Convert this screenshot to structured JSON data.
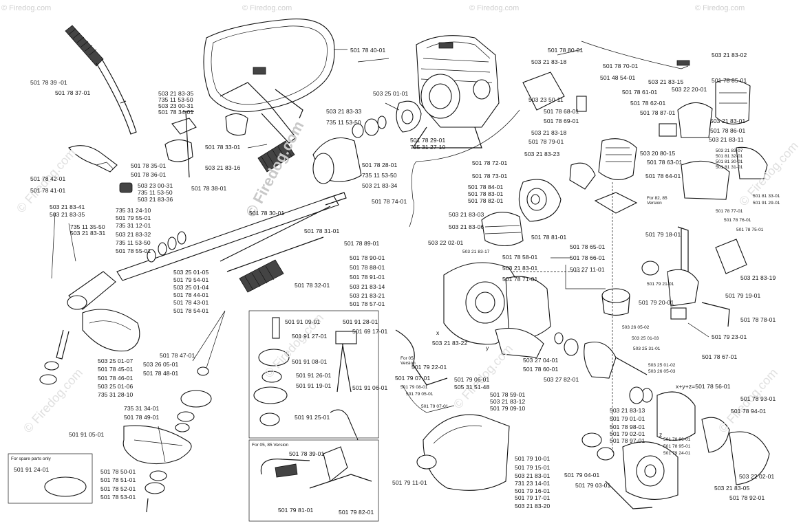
{
  "watermark": {
    "mark": "© Firedog.com",
    "site": "© Firedog.com"
  },
  "notes": {
    "spare_parts": "For spare parts only",
    "version_82_85": "For 82, 85 Version",
    "version_05_85": "For 05, 85 Version",
    "version_05": "For 05 Version",
    "xyz": "x+y+z=501 78 56-01",
    "x": "x",
    "y": "y",
    "z": "z"
  },
  "parts": {
    "p1": "501 78 39 -01",
    "p2": "501 78 37-01",
    "p3": "503 21 83-35",
    "p4": "735 11 53-50",
    "p5": "503 23 00-31",
    "p6": "501 78 34-01",
    "p7": "501 78 33-01",
    "p8": "501 78 40-01",
    "p9": "503 21 83-16",
    "p10": "501 78 35-01",
    "p11": "501 78 36-01",
    "p12": "501 78 42-01",
    "p13": "501 78 41-01",
    "p14": "503 23 00-31",
    "p15": "735 11 53-50",
    "p16": "503 21 83-36",
    "p17": "501 78 38-01",
    "p18": "503 21 83-41",
    "p19": "503 21 83-35",
    "p20": "735 11 35-50",
    "p21": "503 21 83-31",
    "p22": "735 31 24-10",
    "p23": "501 79 55-01",
    "p24": "735 31 12-01",
    "p25": "503 21 83-32",
    "p26": "735 11 53-50",
    "p27": "501 78 55-01",
    "p28": "501 78 30-01",
    "p29": "501 78 31-01",
    "p30": "503 25 01-05",
    "p31": "501 79 54-01",
    "p32": "503 25 01-04",
    "p33": "501 78 44-01",
    "p34": "501 78 43-01",
    "p35": "501 78 54-01",
    "p36": "501 78 32-01",
    "p37": "501 78 47-01",
    "p38": "503 25 01-07",
    "p39": "501 78 45-01",
    "p40": "503 26 05-01",
    "p41": "501 78 48-01",
    "p42": "501 78 46-01",
    "p43": "503 25 01-06",
    "p44": "735 31 28-10",
    "p45": "735 31 34-01",
    "p46": "501 78 49-01",
    "p47": "501 91 05-01",
    "p48": "501 91 24-01",
    "p49": "501 78 50-01",
    "p50": "501 78 51-01",
    "p51": "501 78 52-01",
    "p52": "501 78 53-01",
    "p53": "503 21 83-33",
    "p54": "735 11 53-50",
    "p55": "503 25 01-01",
    "p56": "501 78 29-01",
    "p57": "735 31 27-10",
    "p58": "501 78 28-01",
    "p59": "735 11 53-50",
    "p60": "503 21 83-34",
    "p61": "501 91 09-01",
    "p62": "501 91 27-01",
    "p63": "501 91 28-01",
    "p64": "501 69 17-01",
    "p65": "501 91 08-01",
    "p66": "501 91 26-01",
    "p67": "501 91 19-01",
    "p68": "501 91 06-01",
    "p69": "501 91 25-01",
    "p70": "501 78 39-01",
    "p71": "501 79 81-01",
    "p72": "501 79 82-01",
    "p73": "501 78 80-01",
    "p74": "503 21 83-18",
    "p75": "501 78 70-01",
    "p76": "503 21 83-02",
    "p77": "501 48 54-01",
    "p78": "503 21 83-15",
    "p79": "501 78 85-01",
    "p80": "503 23 50-11",
    "p81": "501 78 61-01",
    "p82": "503 22 20-01",
    "p83": "501 78 62-01",
    "p84": "501 78 68-01",
    "p85": "501 78 87-01",
    "p86": "501 78 69-01",
    "p87": "503 21 83-01",
    "p88": "503 21 83-18",
    "p89": "501 78 86-01",
    "p90": "501 78 79-01",
    "p91": "503 20 80-15",
    "p92": "503 21 83-11",
    "p93": "503 21 83-23",
    "p94": "501 78 63-01",
    "p95": "501 78 72-01",
    "p96": "501 78 73-01",
    "p97": "501 78 64-01",
    "p98": "501 78 84-01",
    "p99": "501 78 83-01",
    "p100": "501 78 82-01",
    "p101": "501 78 74-01",
    "p102": "503 21 83-03",
    "p103": "503 21 83-06",
    "p104": "503 22 02-01",
    "p105": "501 78 81-01",
    "p106": "501 78 89-01",
    "p107": "501 78 65-01",
    "p108": "501 79 18-01",
    "p109": "501 78 90-01",
    "p110": "501 78 88-01",
    "p111": "501 78 58-01",
    "p112": "501 78 66-01",
    "p113": "503 21 83-01",
    "p114": "503 27 11-01",
    "p115": "501 78 91-01",
    "p116": "501 78 71-01",
    "p117": "503 21 83-14",
    "p118": "503 21 83-21",
    "p119": "501 78 57-01",
    "p120": "503 21 83-19",
    "p121": "501 79 19-01",
    "p122": "501 79 20-01",
    "p123": "501 78 78-01",
    "p124": "503 21 83-22",
    "p125": "501 79 23-01",
    "p126": "501 78 67-01",
    "p127": "503 27 04-01",
    "p128": "501 78 60-01",
    "p129": "503 27 82-01",
    "p130": "501 79 22-01",
    "p131": "501 79 07-01",
    "p132": "501 79 06-01",
    "p133": "505 31 51-48",
    "p134": "501 78 59-01",
    "p135": "503 21 83-12",
    "p136": "501 79 09-10",
    "p137": "501 79 11-01",
    "p138": "501 79 10-01",
    "p139": "501 79 15-01",
    "p140": "503 21 83-01",
    "p141": "731 23 14-01",
    "p142": "501 79 16-01",
    "p143": "501 79 17-01",
    "p144": "503 21 83-20",
    "p145": "503 21 83-13",
    "p146": "501 79 01-01",
    "p147": "501 78 98-01",
    "p148": "501 79 02-01",
    "p149": "501 78 97-01",
    "p150": "501 78 93-01",
    "p151": "501 78 94-01",
    "p152": "503 22 02-01",
    "p153": "501 79 04-01",
    "p154": "501 79 03-01",
    "p155": "503 21 83-05",
    "p156": "501 78 92-01"
  },
  "small_parts": {
    "s1": "503 21 83-07",
    "s2": "501 81 32-01",
    "s3": "501 81 30-01",
    "s4": "501 81 31-01",
    "s5": "501 81 33-01",
    "s6": "501 91 29-01",
    "s7": "501 78 77-01",
    "s8": "501 78 76-01",
    "s9": "501 78 75-01",
    "s10": "501 79 21-01",
    "s11": "503 26 05-02",
    "s12": "503 25 01-03",
    "s13": "503 25 31-01",
    "s14": "503 25 01-02",
    "s15": "503 26 05-03",
    "s16": "501 78 96-01",
    "s17": "501 78 95-01",
    "s18": "501 79 24-01",
    "s19": "501 79 08-01",
    "s20": "501 79 05-01",
    "s21": "501 79 07-01",
    "s22": "503 21 83-17"
  }
}
